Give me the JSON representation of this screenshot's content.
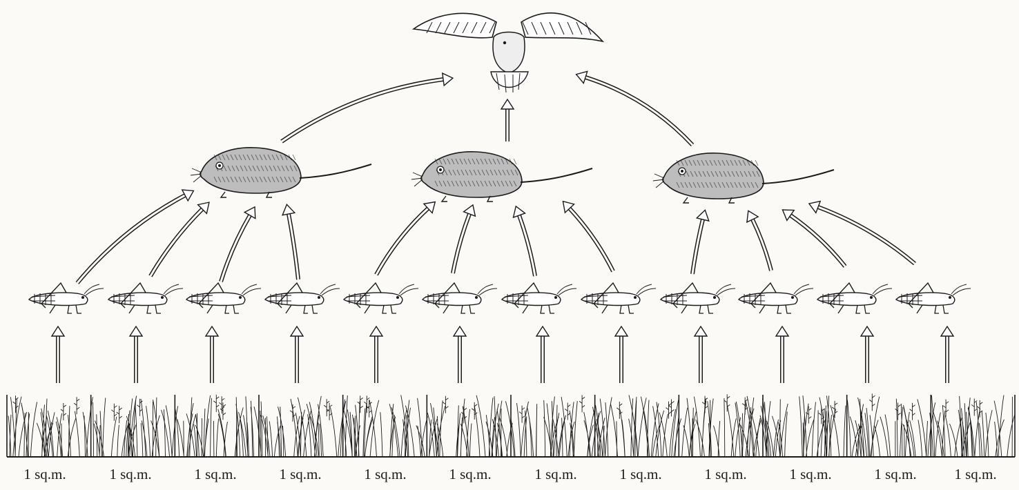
{
  "diagram": {
    "type": "food-chain",
    "levels": [
      {
        "name": "plot",
        "count": 12
      },
      {
        "name": "grasshopper",
        "count": 12
      },
      {
        "name": "mouse",
        "count": 3
      },
      {
        "name": "hawk",
        "count": 1
      }
    ],
    "plot_labels": [
      "1 sq.m.",
      "1 sq.m.",
      "1 sq.m.",
      "1 sq.m.",
      "1 sq.m.",
      "1 sq.m.",
      "1 sq.m.",
      "1 sq.m.",
      "1 sq.m.",
      "1 sq.m.",
      "1 sq.m.",
      "1 sq.m."
    ],
    "colors": {
      "ink": "#1a1a1a",
      "paper": "#fbfaf7"
    },
    "icons": [
      "grass-plot-icon",
      "grasshopper-icon",
      "mouse-icon",
      "hawk-icon",
      "arrow-icon"
    ]
  }
}
